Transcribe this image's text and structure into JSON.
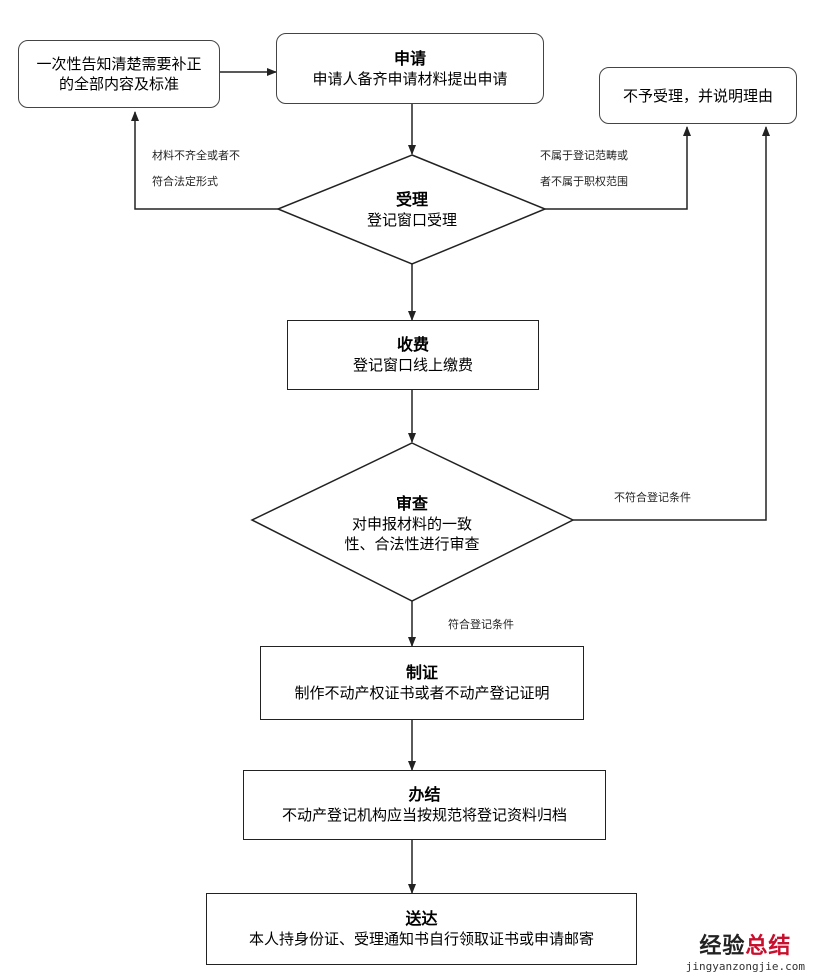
{
  "nodes": {
    "supplement": {
      "body": "一次性告知清楚需要补正的全部内容及标准"
    },
    "apply": {
      "title": "申请",
      "body": "申请人备齐申请材料提出申请"
    },
    "reject": {
      "body": "不予受理，并说明理由"
    },
    "accept": {
      "title": "受理",
      "body": "登记窗口受理"
    },
    "fee": {
      "title": "收费",
      "body": "登记窗口线上缴费"
    },
    "review": {
      "title": "审查",
      "body_line1": "对申报材料的一致",
      "body_line2": "性、合法性进行审查"
    },
    "certify": {
      "title": "制证",
      "body": "制作不动产权证书或者不动产登记证明"
    },
    "complete": {
      "title": "办结",
      "body": "不动产登记机构应当按规范将登记资料归档"
    },
    "deliver": {
      "title": "送达",
      "body": "本人持身份证、受理通知书自行领取证书或申请邮寄"
    }
  },
  "edge_labels": {
    "incomplete_line1": "材料不齐全或者不",
    "incomplete_line2": "符合法定形式",
    "out_of_scope_line1": "不属于登记范畴或",
    "out_of_scope_line2": "者不属于职权范围",
    "not_qualified": "不符合登记条件",
    "qualified": "符合登记条件"
  },
  "watermark": {
    "chars_dark": "经验",
    "chars_red": "总结",
    "url": "jingyanzongjie.com"
  }
}
